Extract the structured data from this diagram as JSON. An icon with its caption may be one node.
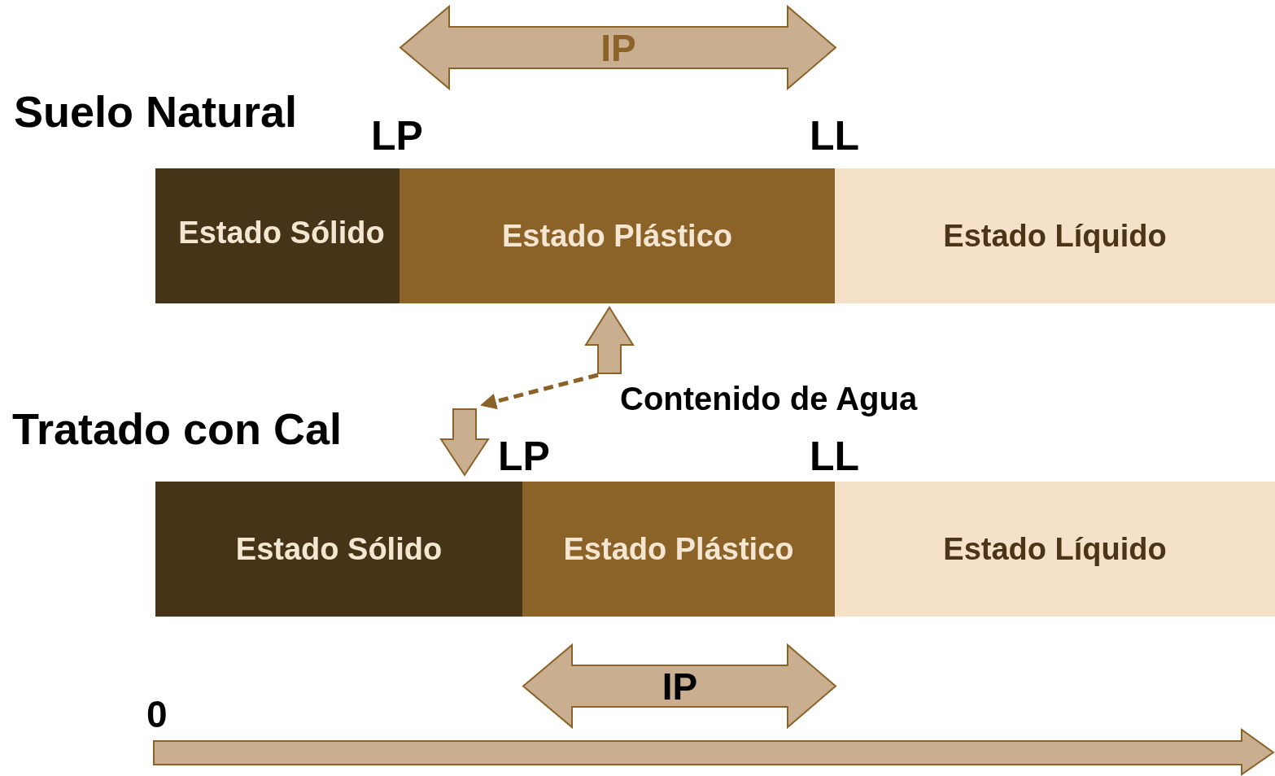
{
  "diagram": {
    "nodes": [
      {
        "text": [
          "IP"
        ]
      },
      {
        "text": [
          "Estado Sólido"
        ]
      },
      {
        "text": [
          "Estado Plástico"
        ]
      },
      {
        "text": [
          "Estado Líquido"
        ]
      },
      {
        "text": [],
        "shape": "arrow"
      },
      {
        "text": [],
        "shape": "arrow"
      },
      {
        "text": [
          "Estado Sólido"
        ]
      },
      {
        "text": [
          "Estado Plástico"
        ]
      },
      {
        "text": [
          "Estado Líquido"
        ]
      },
      {
        "text": [
          "IP"
        ]
      }
    ],
    "edges": [
      {
        "from": 4,
        "to": 5,
        "arrow": "to",
        "style": "dashed"
      }
    ],
    "labels": [
      "Suelo Natural",
      "LP",
      "LL",
      "Contenido de Agua",
      "Tratado con Cal",
      "LP",
      "LL",
      "0"
    ]
  }
}
